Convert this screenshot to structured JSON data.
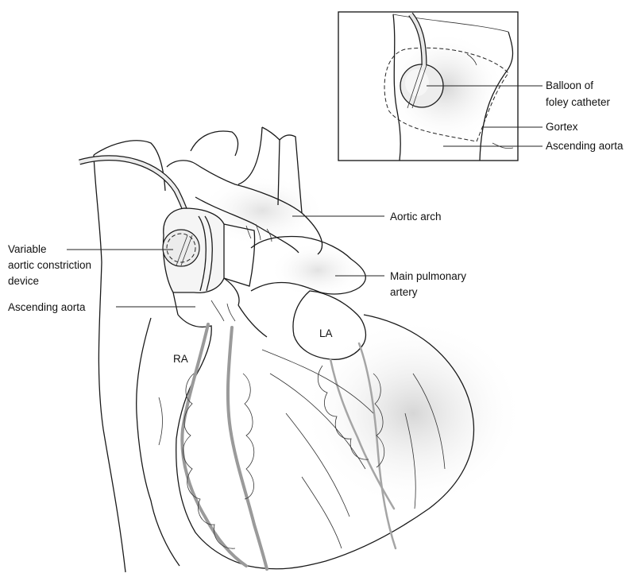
{
  "labels": {
    "balloon_line1": "Balloon of",
    "balloon_line2": "foley catheter",
    "gortex": "Gortex",
    "inset_ascending_aorta": "Ascending aorta",
    "aortic_arch": "Aortic arch",
    "device_line1": "Variable",
    "device_line2": "aortic constriction",
    "device_line3": "device",
    "main_pa_line1": "Main pulmonary",
    "main_pa_line2": "artery",
    "ascending_aorta": "Ascending aorta",
    "ra": "RA",
    "la": "LA"
  },
  "colors": {
    "outline": "#1a1a1a",
    "shading": "#d9d9d9",
    "vessel": "#9a9a9a"
  }
}
